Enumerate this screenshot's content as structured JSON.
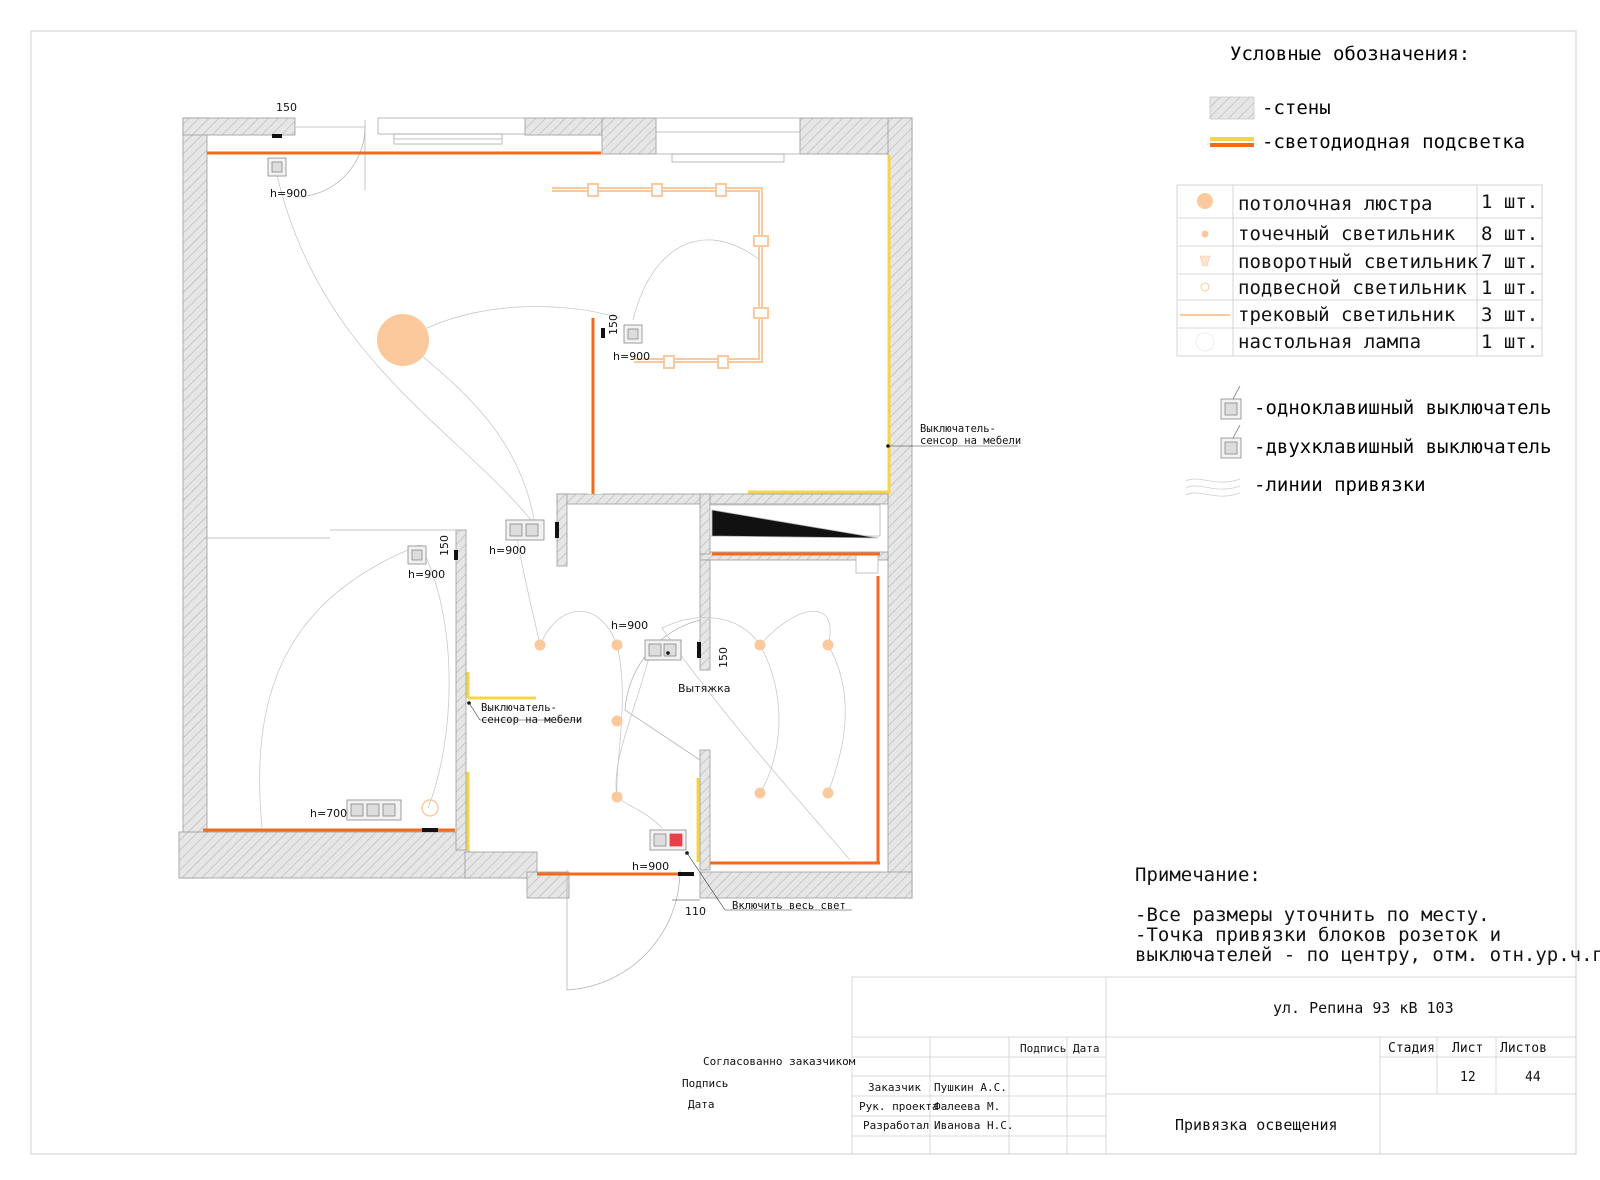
{
  "colors": {
    "wall_hatch": "#c8c8c8",
    "led_yellow": "#f5d547",
    "led_orange": "#f26b1d",
    "lamp_fill": "#fbc99b",
    "line": "#888888",
    "red_switch": "#e8404a"
  },
  "legend": {
    "title": "Условные обозначения:",
    "walls": "-стены",
    "led": "-светодиодная подсветка",
    "items": [
      {
        "label": "потолочная люстра",
        "count": "1 шт."
      },
      {
        "label": "точечный светильник",
        "count": "8 шт."
      },
      {
        "label": "поворотный светильник",
        "count": "7 шт."
      },
      {
        "label": "подвесной светильник",
        "count": "1 шт."
      },
      {
        "label": "трековый светильник",
        "count": "3 шт."
      },
      {
        "label": "настольная лампа",
        "count": "1 шт."
      }
    ],
    "single_switch": "-одноклавишный выключатель",
    "double_switch": "-двухклавишный выключатель",
    "link_lines": "-линии привязки"
  },
  "plan": {
    "dims": {
      "d150": "150",
      "d110": "110"
    },
    "heights": {
      "h900": "h=900",
      "h700": "h=700"
    },
    "sensor_label_1": "Выключатель-",
    "sensor_label_2": "сенсор на мебели",
    "hood": "Вытяжка",
    "all_light": "Включить весь свет"
  },
  "notes": {
    "title": "Примечание:",
    "line1": "-Все размеры уточнить по месту.",
    "line2": "-Точка привязки блоков розеток и",
    "line3": "выключателей - по центру, отм. отн.ур.ч.п."
  },
  "approval": {
    "agreed": "Согласованно заказчиком",
    "sign": "Подпись",
    "date": "Дата"
  },
  "title_block": {
    "address": "ул. Репина 93 кВ 103",
    "col_sign": "Подпись",
    "col_date": "Дата",
    "stage": "Стадия",
    "sheet": "Лист",
    "sheets": "Листов",
    "sheet_no": "12",
    "sheets_total": "44",
    "customer_role": "Заказчик",
    "customer": "Пушкин А.С.",
    "lead_role": "Рук. проекта",
    "lead": "Фалеева М.",
    "dev_role": "Разработал",
    "dev": "Иванова Н.С.",
    "drawing_title": "Привязка освещения"
  }
}
